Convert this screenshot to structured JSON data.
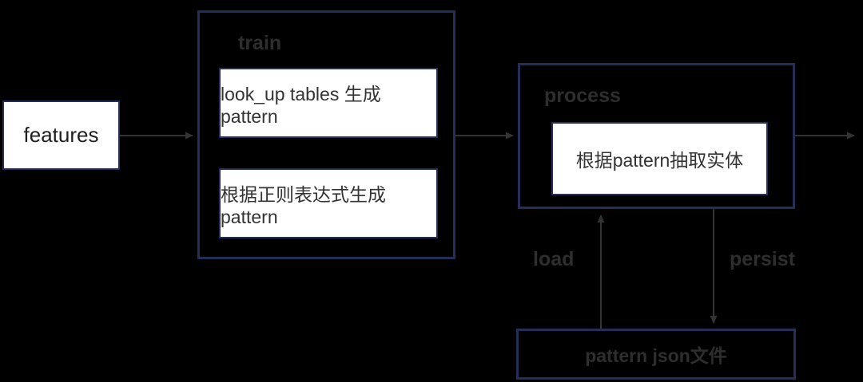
{
  "canvas": {
    "background": "#000000"
  },
  "colors": {
    "box_border": "#252e57",
    "box_fill": "#ffffff",
    "box_text": "#333333",
    "group_label_text": "#2e2e2e",
    "arrow": "#333333"
  },
  "nodes": {
    "features": {
      "label": "features"
    },
    "train": {
      "label": "train",
      "children": [
        {
          "label": "look_up tables 生成pattern"
        },
        {
          "label": "根据正则表达式生成pattern"
        }
      ]
    },
    "process": {
      "label": "process",
      "children": [
        {
          "label": "根据pattern抽取实体"
        }
      ]
    },
    "pattern_json": {
      "label": "pattern json文件"
    }
  },
  "edges": [
    {
      "name": "features-to-train",
      "label": ""
    },
    {
      "name": "train-to-process",
      "label": ""
    },
    {
      "name": "process-to-output",
      "label": ""
    },
    {
      "name": "pattern-json-to-process",
      "label": "load"
    },
    {
      "name": "process-to-pattern-json",
      "label": "persist"
    }
  ]
}
